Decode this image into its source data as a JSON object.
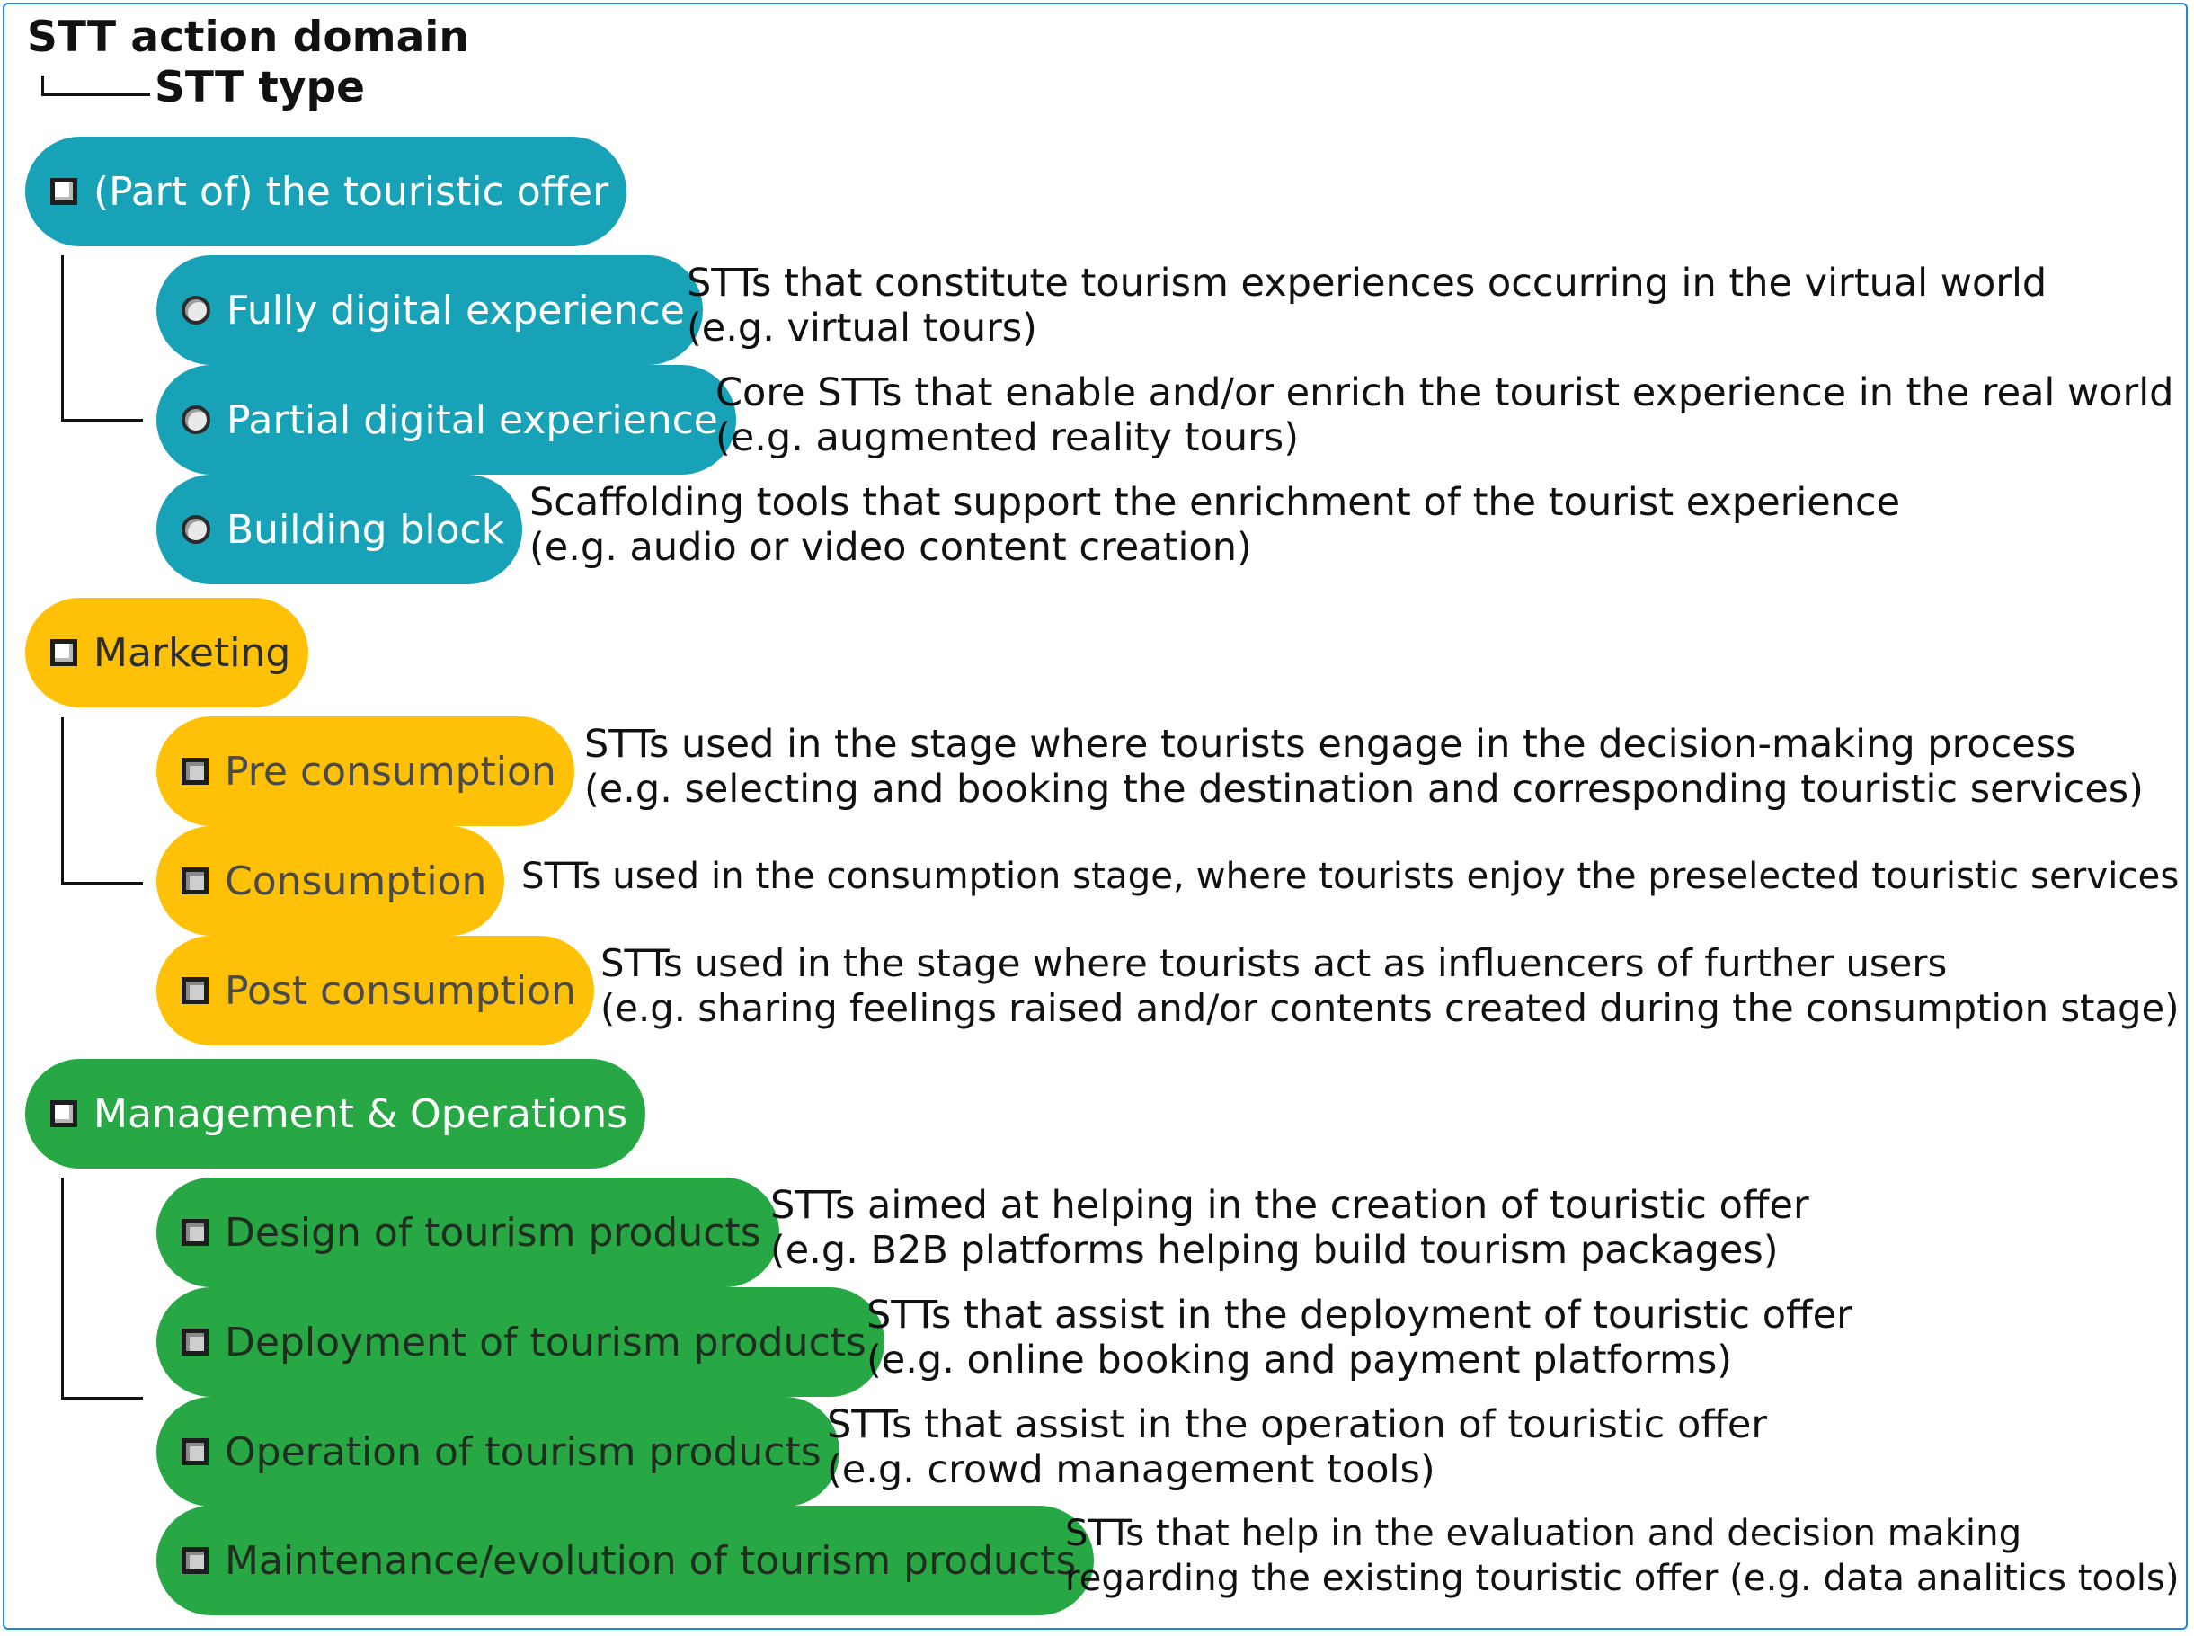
{
  "legend": {
    "domain_title": "STT action domain",
    "type_title": "STT type"
  },
  "colors": {
    "offer": "#17a2b8",
    "marketing": "#ffc107",
    "management": "#28a745",
    "frame": "#1e88e5"
  },
  "domains": [
    {
      "label": "(Part of) the touristic offer",
      "types": [
        {
          "label": "Fully digital experience",
          "icon": "radio-icon",
          "desc1": "STTs that constitute tourism experiences occurring in the virtual world",
          "desc2": "(e.g. virtual tours)"
        },
        {
          "label": "Partial digital experience",
          "icon": "radio-icon",
          "desc1": "Core STTs that enable and/or enrich the tourist experience in the real world",
          "desc2": "(e.g. augmented reality tours)"
        },
        {
          "label": "Building block",
          "icon": "radio-icon",
          "desc1": "Scaffolding tools that support the enrichment of the tourist experience",
          "desc2": "(e.g. audio or video content creation)"
        }
      ]
    },
    {
      "label": "Marketing",
      "types": [
        {
          "label": "Pre consumption",
          "icon": "checkbox-icon",
          "desc1": "STTs used in the stage where tourists engage in the decision-making process",
          "desc2": "(e.g. selecting and booking the destination and corresponding touristic services)"
        },
        {
          "label": "Consumption",
          "icon": "checkbox-icon",
          "desc1": "STTs used in the consumption stage, where tourists enjoy the preselected touristic services",
          "desc2": ""
        },
        {
          "label": "Post consumption",
          "icon": "checkbox-icon",
          "desc1": "STTs used in the stage where tourists act as influencers of further users",
          "desc2": "(e.g.  sharing feelings raised and/or contents created during the consumption stage)"
        }
      ]
    },
    {
      "label": "Management & Operations",
      "types": [
        {
          "label": "Design of tourism products",
          "icon": "checkbox-icon",
          "desc1": "STTs aimed at helping in the creation of touristic offer",
          "desc2": "(e.g. B2B platforms helping build tourism packages)"
        },
        {
          "label": "Deployment of tourism products",
          "icon": "checkbox-icon",
          "desc1": "STTs that assist in the deployment of touristic offer",
          "desc2": "(e.g. online booking and payment platforms)"
        },
        {
          "label": "Operation of tourism products",
          "icon": "checkbox-icon",
          "desc1": "STTs that assist in the operation of touristic offer",
          "desc2": "(e.g. crowd management tools)"
        },
        {
          "label": "Maintenance/evolution of tourism products",
          "icon": "checkbox-icon",
          "desc1": "STTs that help in the evaluation and decision making",
          "desc2": "regarding the existing touristic offer (e.g. data analitics tools)"
        }
      ]
    }
  ]
}
